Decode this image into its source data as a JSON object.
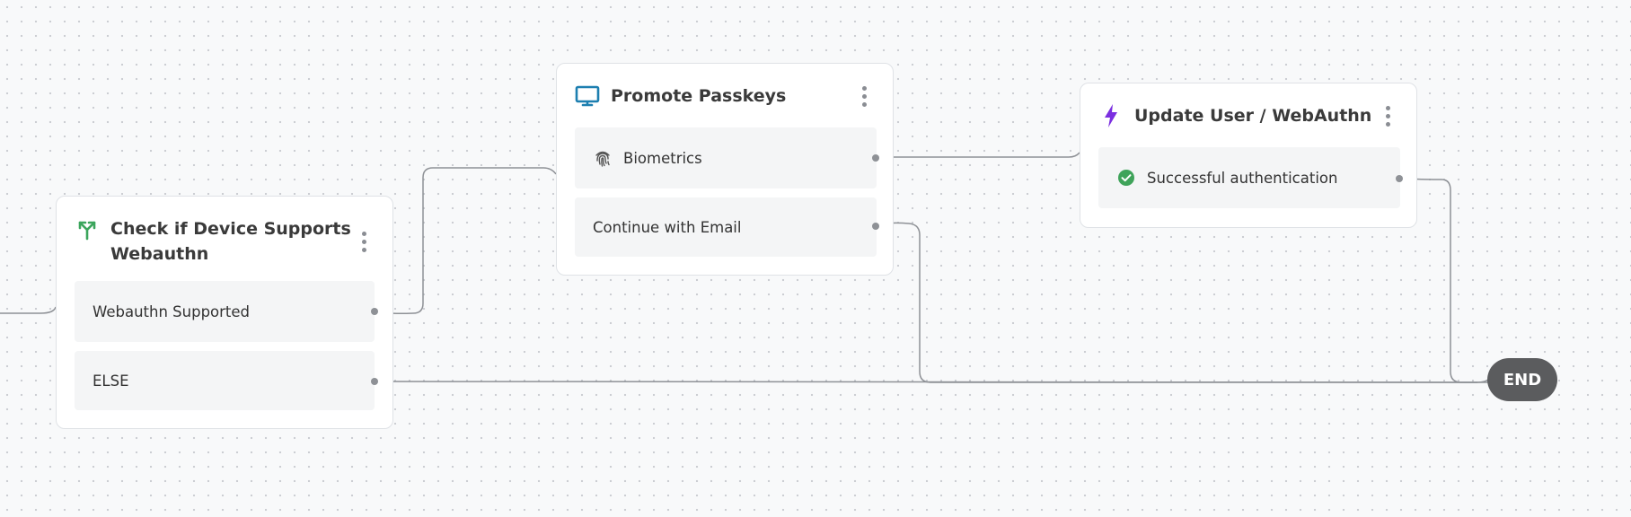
{
  "nodes": {
    "check_device": {
      "title_line1": "Check if Device Supports",
      "title_line2": "Webauthn",
      "icon": "branch-icon",
      "outputs": [
        "Webauthn Supported",
        "ELSE"
      ]
    },
    "promote_passkeys": {
      "title": "Promote Passkeys",
      "icon": "monitor-icon",
      "outputs": [
        "Biometrics",
        "Continue with Email"
      ],
      "output_icons": [
        "fingerprint-icon",
        ""
      ]
    },
    "update_user": {
      "title": "Update User / WebAuthn",
      "icon": "lightning-icon",
      "outputs": [
        "Successful authentication"
      ],
      "output_icons": [
        "check-circle-icon"
      ]
    }
  },
  "end": {
    "label": "END"
  },
  "colors": {
    "branch": "#3ba55c",
    "monitor": "#1d7fb0",
    "lightning": "#7b2fe0",
    "check": "#3fa35a",
    "end_bg": "#5b5c5e",
    "edge": "#8e9196"
  }
}
